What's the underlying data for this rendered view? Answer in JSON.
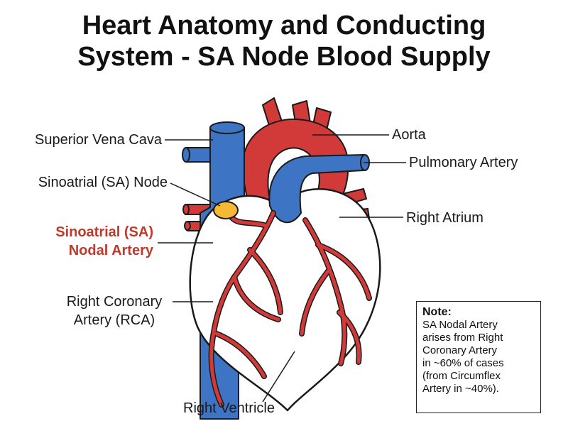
{
  "title": {
    "line1": "Heart Anatomy and Conducting",
    "line2": "System - SA Node Blood Supply"
  },
  "labels": {
    "superior_vena_cava": "Superior Vena Cava",
    "sa_node": "Sinoatrial (SA) Node",
    "sa_nodal_artery_line1": "Sinoatrial (SA)",
    "sa_nodal_artery_line2": "Nodal Artery",
    "rca_line1": "Right Coronary",
    "rca_line2": "Artery (RCA)",
    "aorta": "Aorta",
    "pulmonary_artery": "Pulmonary Artery",
    "right_atrium": "Right Atrium",
    "right_ventricle": "Right Ventricle"
  },
  "note": {
    "title": "Note:",
    "lines": [
      "SA Nodal Artery",
      "arises from Right",
      "Coronary Artery",
      "in ~60% of cases",
      "(from Circumflex",
      "Artery in ~40%)."
    ]
  },
  "colors": {
    "artery_red": "#d23a3a",
    "vein_blue": "#3d74c4",
    "sa_node_yellow": "#f5b933",
    "outline": "#1a1a1a",
    "highlight_label": "#c0392b"
  }
}
